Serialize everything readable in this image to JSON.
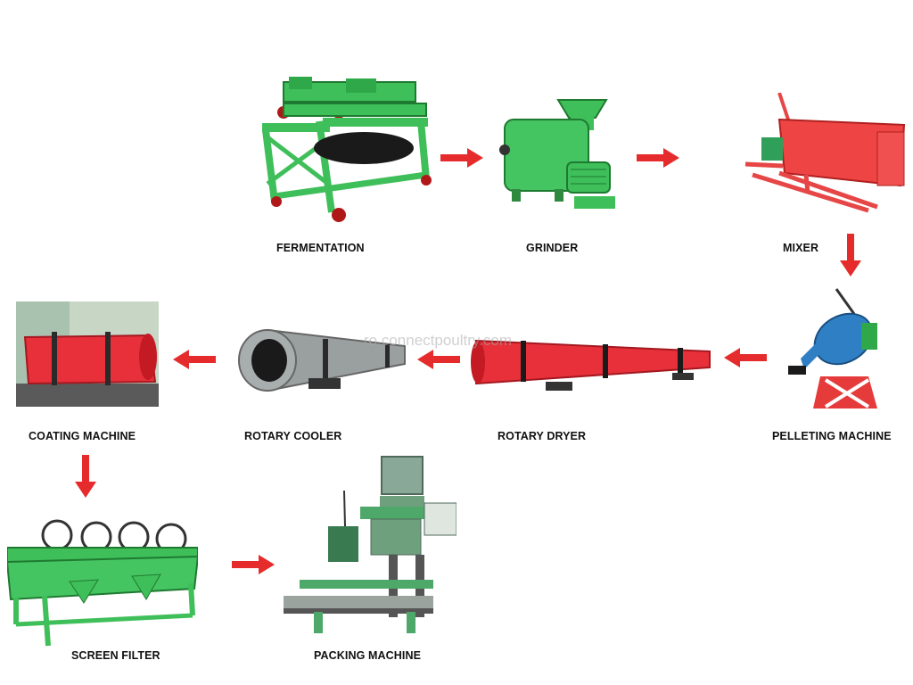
{
  "steps": [
    {
      "id": "fermentation",
      "label": "FERMENTATION",
      "icon": "fermentation-turner-machine-icon",
      "color": "#3fbf5a"
    },
    {
      "id": "grinder",
      "label": "GRINDER",
      "icon": "grinder-machine-icon",
      "color": "#3fbf5a"
    },
    {
      "id": "mixer",
      "label": "MIXER",
      "icon": "mixer-machine-icon",
      "color": "#ee4444"
    },
    {
      "id": "pelleting",
      "label": "PELLETING MACHINE",
      "icon": "pelleting-machine-icon",
      "color": "#2f7fc4"
    },
    {
      "id": "rotary_dryer",
      "label": "ROTARY DRYER",
      "icon": "rotary-dryer-icon",
      "color": "#e8303a"
    },
    {
      "id": "rotary_cooler",
      "label": "ROTARY COOLER",
      "icon": "rotary-cooler-icon",
      "color": "#9aa0a0"
    },
    {
      "id": "coating",
      "label": "COATING MACHINE",
      "icon": "coating-machine-icon",
      "color": "#e8303a"
    },
    {
      "id": "screen_filter",
      "label": "SCREEN FILTER",
      "icon": "screen-filter-machine-icon",
      "color": "#3fbf5a"
    },
    {
      "id": "packing",
      "label": "PACKING MACHINE",
      "icon": "packing-machine-icon",
      "color": "#4ea86a"
    }
  ],
  "arrow_color": "#e52b2b",
  "watermark": "ro.connectpoultry.com"
}
